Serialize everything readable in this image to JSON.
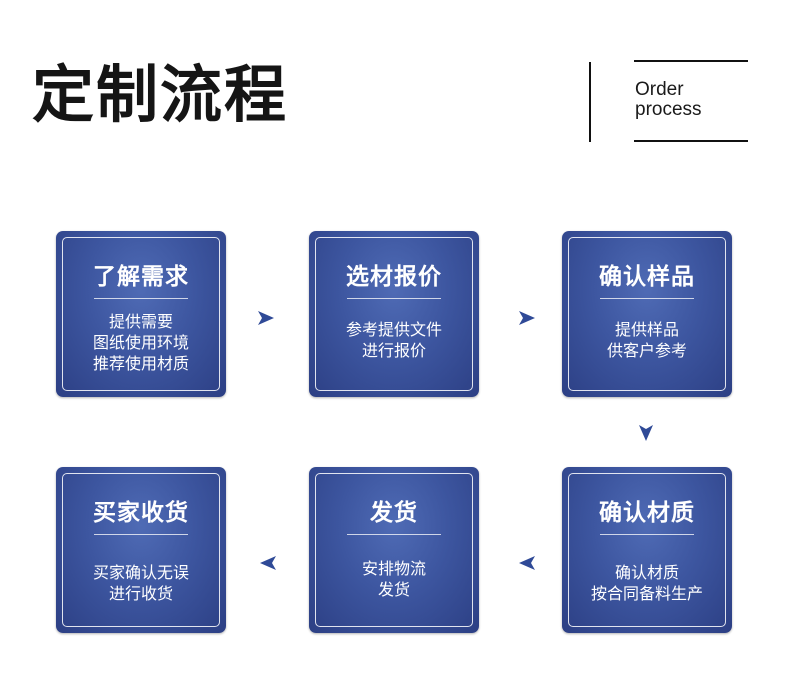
{
  "header": {
    "title": "定制流程",
    "subtitle_line1": "Order",
    "subtitle_line2": "process"
  },
  "steps": [
    {
      "title": "了解需求",
      "lines": [
        "提供需要",
        "图纸使用环境",
        "推荐使用材质"
      ]
    },
    {
      "title": "选材报价",
      "lines": [
        "参考提供文件",
        "进行报价"
      ]
    },
    {
      "title": "确认样品",
      "lines": [
        "提供样品",
        "供客户参考"
      ]
    },
    {
      "title": "确认材质",
      "lines": [
        "确认材质",
        "按合同备料生产"
      ]
    },
    {
      "title": "发货",
      "lines": [
        "安排物流",
        "发货"
      ]
    },
    {
      "title": "买家收货",
      "lines": [
        "买家确认无误",
        "进行收货"
      ]
    }
  ],
  "colors": {
    "card": "#3d56a0",
    "arrow": "#2f4a97"
  },
  "icons": {
    "arrow_right": "arrow-right-icon",
    "arrow_down": "arrow-down-icon",
    "arrow_left": "arrow-left-icon"
  }
}
